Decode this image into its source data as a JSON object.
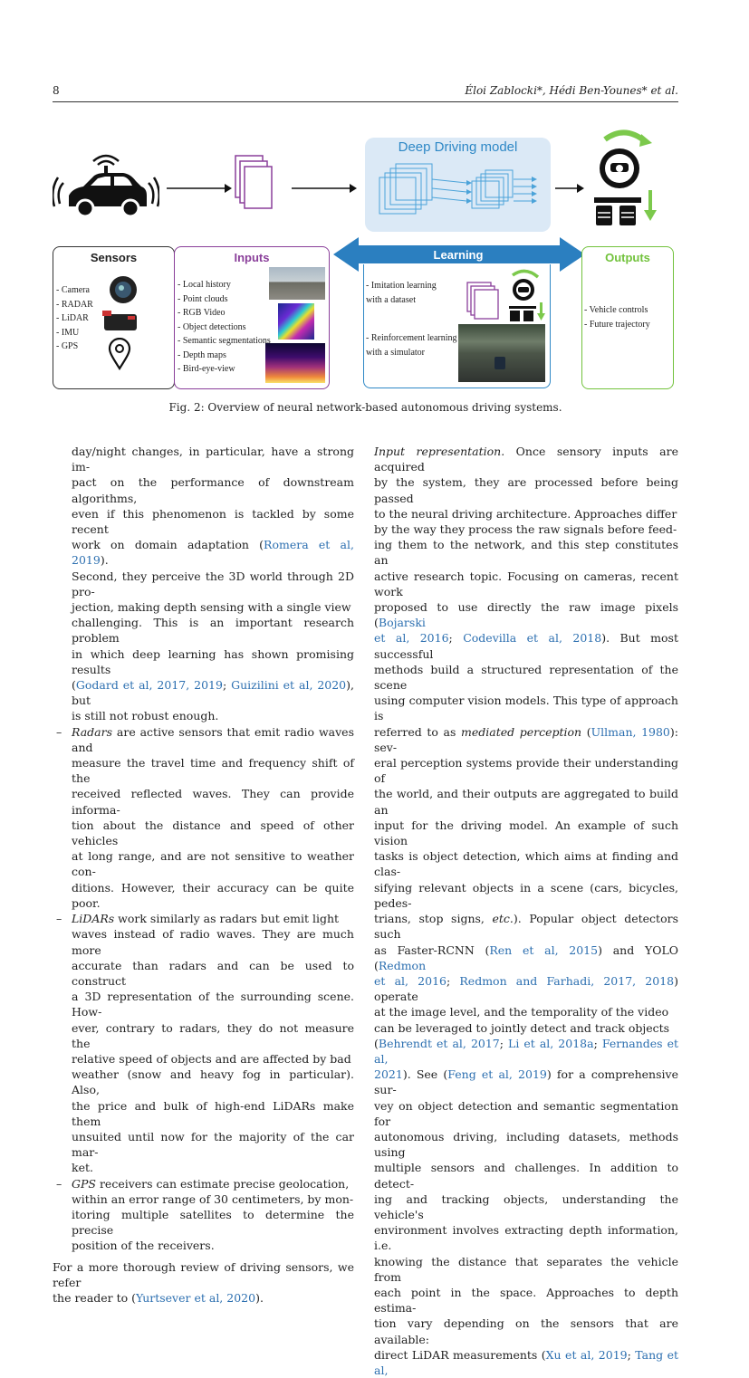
{
  "header": {
    "page_number": "8",
    "authors": "Éloi Zablocki*, Hédi Ben-Younes* et al."
  },
  "figure": {
    "deep_model_title": "Deep Driving model",
    "sensors": {
      "title": "Sensors",
      "items": [
        "- Camera",
        "- RADAR",
        "- LiDAR",
        "- IMU",
        "- GPS"
      ]
    },
    "inputs": {
      "title": "Inputs",
      "items": [
        "- Local history",
        "- Point clouds",
        "- RGB Video",
        "- Object detections",
        "- Semantic segmentations",
        "- Depth maps",
        "- Bird-eye-view"
      ]
    },
    "learning": {
      "title": "Learning",
      "item1_line1": "- Imitation learning",
      "item1_line2": "with a dataset",
      "item2_line1": "- Reinforcement learning",
      "item2_line2": "with a simulator"
    },
    "outputs": {
      "title": "Outputs",
      "items": [
        "- Vehicle controls",
        "- Future trajectory"
      ]
    },
    "colors": {
      "sensors": "#333333",
      "inputs": "#8a3f9a",
      "learning": "#2e88c6",
      "outputs": "#72c23c",
      "arrow": "#2b7fc0",
      "model_bg": "#dbe9f6"
    }
  },
  "caption": "Fig. 2: Overview of neural network-based autonomous driving systems.",
  "left": {
    "p1a": "day/night changes, in particular, have a strong im-",
    "p1b": "pact on the performance of downstream algorithms,",
    "p1c": "even if this phenomenon is tackled by some recent",
    "p1d": "work on domain adaptation (",
    "p1d_c": "Romera et al, 2019",
    "p1d_e": ").",
    "p1e": "Second, they perceive the 3D world through 2D pro-",
    "p1f": "jection, making depth sensing with a single view",
    "p1g": "challenging. This is an important research problem",
    "p1h": "in which deep learning has shown promising results",
    "p1i_a": "(",
    "p1i_c1": "Godard et al, 2017, 2019",
    "p1i_s": "; ",
    "p1i_c2": "Guizilini et al, 2020",
    "p1i_e": "), but",
    "p1j": "is still not robust enough.",
    "radar_term": "Radars",
    "radar_a": " are active sensors that emit radio waves and",
    "radar_b": "measure the travel time and frequency shift of the",
    "radar_c": "received reflected waves. They can provide informa-",
    "radar_d": "tion about the distance and speed of other vehicles",
    "radar_e": "at long range, and are not sensitive to weather con-",
    "radar_f": "ditions. However, their accuracy can be quite poor.",
    "lidar_term": "LiDARs",
    "lidar_a": " work similarly as radars but emit light",
    "lidar_b": "waves instead of radio waves. They are much more",
    "lidar_c": "accurate than radars and can be used to construct",
    "lidar_d": "a 3D representation of the surrounding scene. How-",
    "lidar_e": "ever, contrary to radars, they do not measure the",
    "lidar_f": "relative speed of objects and are affected by bad",
    "lidar_g": "weather (snow and heavy fog in particular). Also,",
    "lidar_h": "the price and bulk of high-end LiDARs make them",
    "lidar_i": "unsuited until now for the majority of the car mar-",
    "lidar_j": "ket.",
    "gps_term": "GPS",
    "gps_a": " receivers can estimate precise geolocation,",
    "gps_b": "within an error range of 30 centimeters, by mon-",
    "gps_c": "itoring multiple satellites to determine the precise",
    "gps_d": "position of the receivers.",
    "end_a": "For a more thorough review of driving sensors, we refer",
    "end_b": "the reader to (",
    "end_c": "Yurtsever et al, 2020",
    "end_d": ")."
  },
  "right": {
    "r1_term": "Input representation.",
    "r1": " Once sensory inputs are acquired",
    "r2": "by the system, they are processed before being passed",
    "r3": "to the neural driving architecture. Approaches differ",
    "r4": "by the way they process the raw signals before feed-",
    "r5": "ing them to the network, and this step constitutes an",
    "r6": "active research topic. Focusing on cameras, recent work",
    "r7": "proposed to use directly the raw image pixels (",
    "r7_c": "Bojarski",
    "r8_c1": "et al, 2016",
    "r8_s": "; ",
    "r8_c2": "Codevilla et al, 2018",
    "r8_e": "). But most successful",
    "r9": "methods build a structured representation of the scene",
    "r10": "using computer vision models. This type of approach is",
    "r11_a": "referred to as ",
    "r11_term": "mediated perception",
    "r11_b": " (",
    "r11_c": "Ullman, 1980",
    "r11_e": "): sev-",
    "r12": "eral perception systems provide their understanding of",
    "r13": "the world, and their outputs are aggregated to build an",
    "r14": "input for the driving model. An example of such vision",
    "r15": "tasks is object detection, which aims at finding and clas-",
    "r16": "sifying relevant objects in a scene (cars, bicycles, pedes-",
    "r17_a": "trians, stop signs, ",
    "r17_term": "etc.",
    "r17_e": "). Popular object detectors such",
    "r18_a": "as Faster-RCNN (",
    "r18_c1": "Ren et al, 2015",
    "r18_b": ") and YOLO (",
    "r18_c2": "Redmon",
    "r19_c1": "et al, 2016",
    "r19_s": "; ",
    "r19_c2": "Redmon and Farhadi, 2017, 2018",
    "r19_e": ") operate",
    "r20": "at the image level, and the temporality of the video",
    "r21": "can be leveraged to jointly detect and track objects",
    "r22_a": "(",
    "r22_c1": "Behrendt et al, 2017",
    "r22_s1": "; ",
    "r22_c2": "Li et al, 2018a",
    "r22_s2": "; ",
    "r22_c3": "Fernandes et al,",
    "r23_c1": "2021",
    "r23_a": "). See (",
    "r23_c2": "Feng et al, 2019",
    "r23_e": ") for a comprehensive sur-",
    "r24": "vey on object detection and semantic segmentation for",
    "r25": "autonomous driving, including datasets, methods using",
    "r26": "multiple sensors and challenges. In addition to detect-",
    "r27": "ing and tracking objects, understanding the vehicle's",
    "r28": "environment involves extracting depth information, i.e.",
    "r29": "knowing the distance that separates the vehicle from",
    "r30": "each point in the space. Approaches to depth estima-",
    "r31": "tion vary depending on the sensors that are available:",
    "r32_a": "direct LiDAR measurements (",
    "r32_c1": "Xu et al, 2019",
    "r32_s": "; ",
    "r32_c2": "Tang et al,"
  }
}
